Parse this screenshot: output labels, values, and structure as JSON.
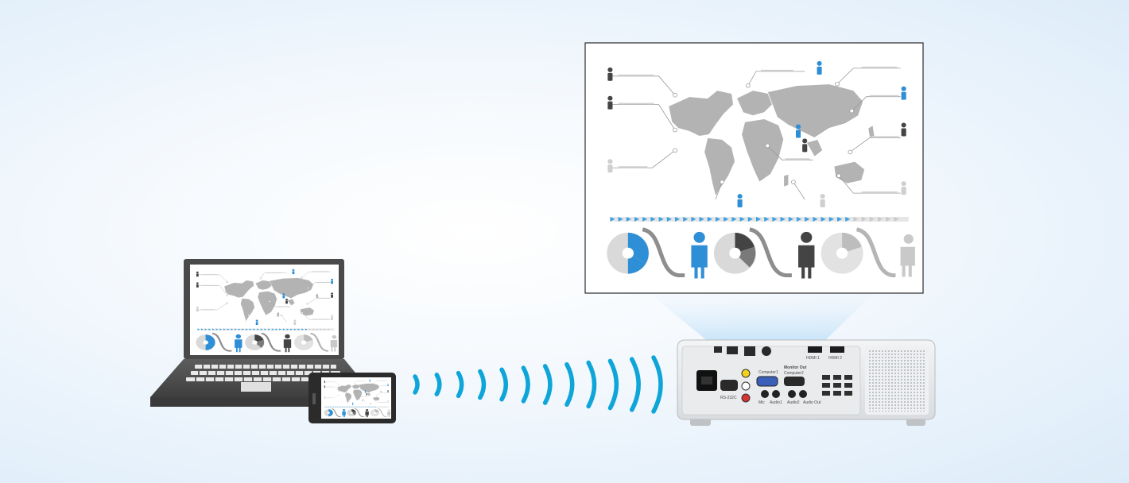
{
  "colors": {
    "background_center": "#ffffff",
    "background_edge": "#dcebf8",
    "wireless_waves": "#0ea5d9",
    "accent_blue": "#2f8fd6",
    "projector_body": "#e4e6e8",
    "beam": "#cfe7f9"
  },
  "devices": {
    "laptop": {
      "icon": "laptop-icon"
    },
    "tablet": {
      "icon": "tablet-icon"
    },
    "projector": {
      "icon": "projector-icon"
    }
  },
  "wireless": {
    "icon": "wireless-signal-icon",
    "wave_count": 12
  },
  "projector_ports": {
    "hdmi1": "HDMI 1",
    "hdmi2": "HDMI 2",
    "computer1": "Computer1",
    "monitor_out": "Monitor Out",
    "computer2": "Computer2",
    "rs232c": "RS-232C",
    "mic": "Mic",
    "audio1": "Audio1",
    "audio2": "Audio2",
    "audio_out": "Audio Out"
  },
  "infographic": {
    "icons": [
      "world-map-icon",
      "person-icon",
      "pie-chart-icon",
      "progress-arrow-icon"
    ]
  }
}
